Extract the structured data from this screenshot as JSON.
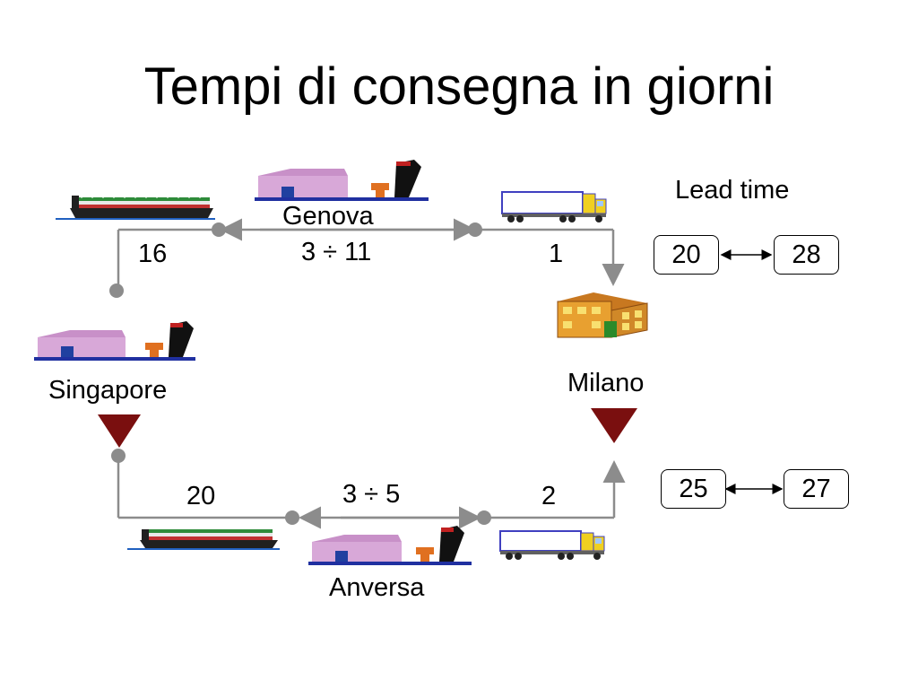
{
  "title": "Tempi di consegna in giorni",
  "locations": {
    "genova": "Genova",
    "singapore": "Singapore",
    "milano": "Milano",
    "anversa": "Anversa"
  },
  "upper_route": {
    "ship_leg_days": "16",
    "genova_range_days": "3 ÷ 11",
    "truck_leg_days": "1"
  },
  "lower_route": {
    "ship_leg_days": "20",
    "anversa_range_days": "3 ÷ 5",
    "truck_leg_days": "2"
  },
  "lead_time": {
    "label": "Lead time",
    "upper": {
      "min": "20",
      "max": "28"
    },
    "lower": {
      "min": "25",
      "max": "27"
    }
  },
  "colors": {
    "route_line": "#8c8c8c",
    "stock_triangle": "#7a0f0f",
    "warehouse_wall": "#d8a8d8",
    "factory": "#e8a030"
  }
}
